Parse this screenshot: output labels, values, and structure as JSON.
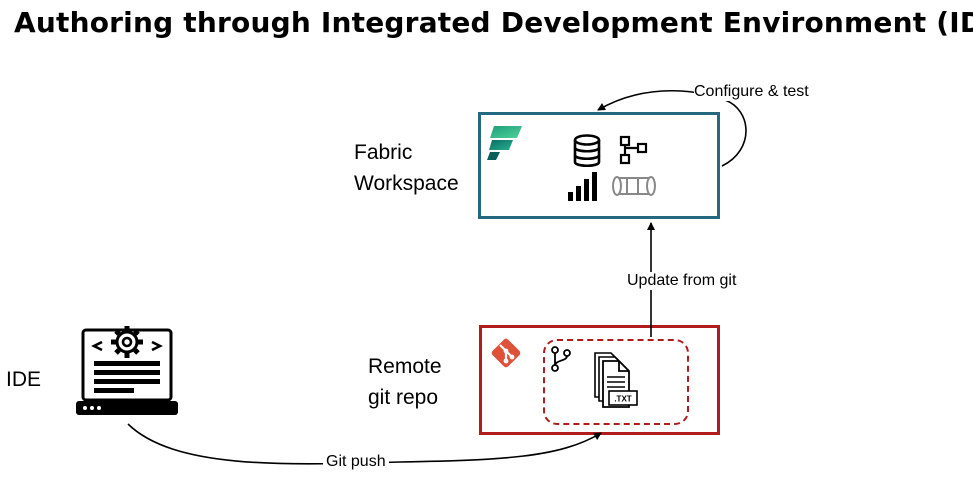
{
  "title": "Authoring through Integrated Development Environment (IDE)",
  "nodes": {
    "fabric_workspace": {
      "line1": "Fabric",
      "line2": "Workspace"
    },
    "remote_git_repo": {
      "line1": "Remote",
      "line2": "git repo"
    },
    "ide": {
      "label": "IDE"
    }
  },
  "edges": {
    "configure_test": "Configure & test",
    "update_from_git": "Update from git",
    "git_push": "Git push"
  },
  "file_badge": ".TXT",
  "icons": [
    "fabric-logo-icon",
    "database-icon",
    "hierarchy-icon",
    "bar-chart-icon",
    "pipeline-icon",
    "git-logo-icon",
    "branch-icon",
    "text-files-icon",
    "ide-laptop-icon"
  ],
  "colors": {
    "workspace_border": "#24697f",
    "repo_border": "#b01c1c",
    "git_logo": "#e0513a"
  }
}
